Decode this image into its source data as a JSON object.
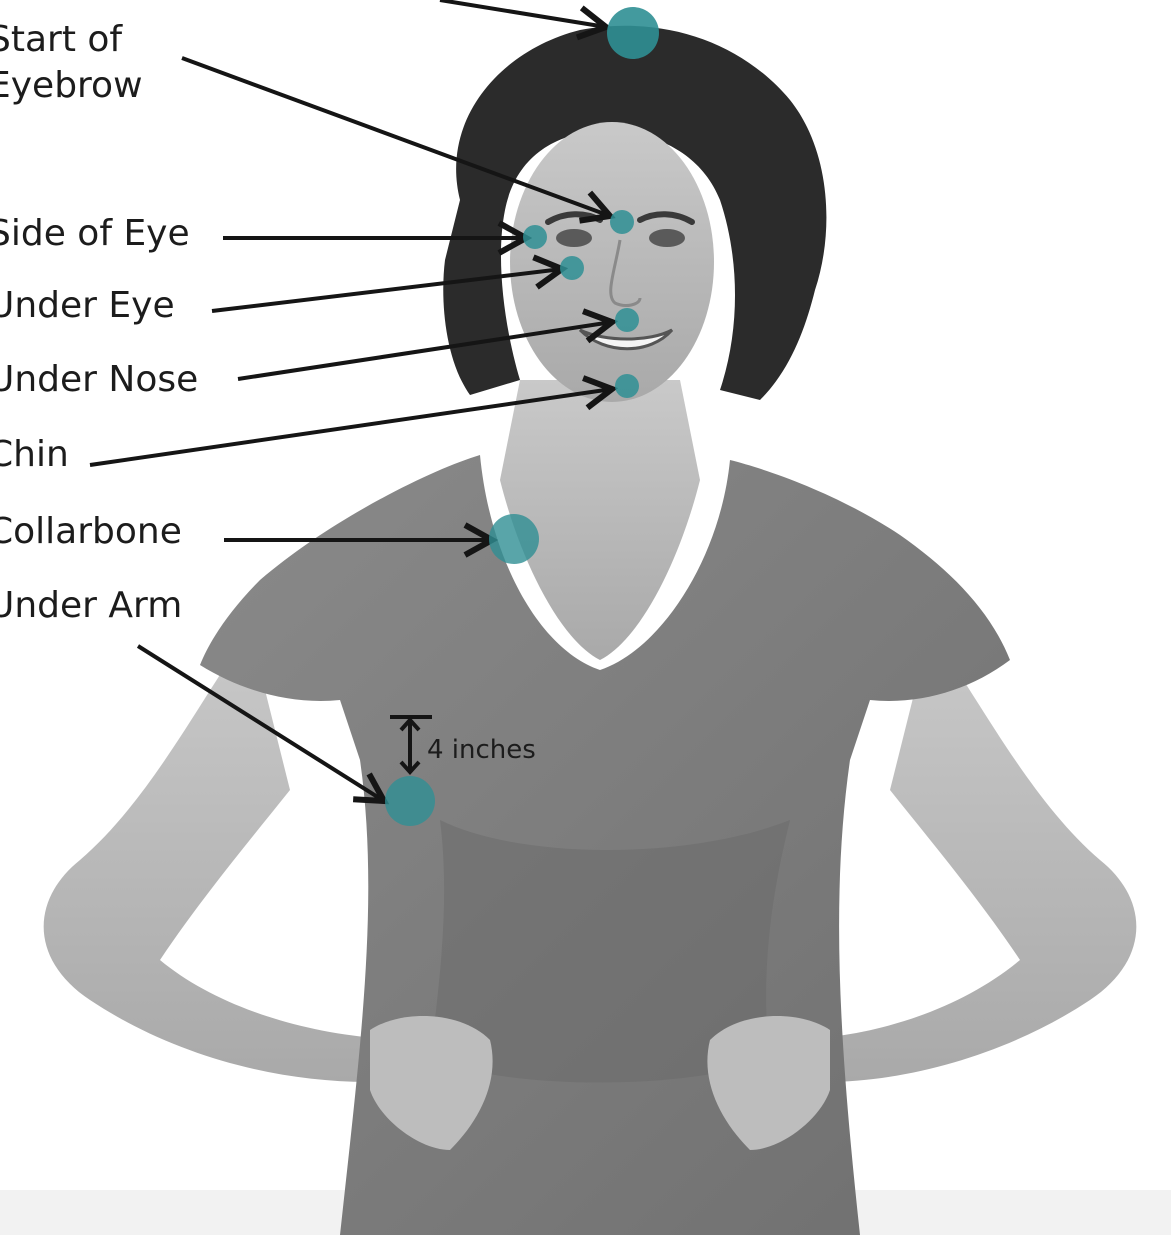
{
  "labels": {
    "start_of_eyebrow": "Start of\nEyebrow",
    "side_of_eye": "Side of Eye",
    "under_eye": "Under Eye",
    "under_nose": "Under Nose",
    "chin": "Chin",
    "collarbone": "Collarbone",
    "under_arm": "Under Arm"
  },
  "measurement": {
    "text": "4 inches"
  },
  "colors": {
    "point_teal": "#2f8f94",
    "arrow": "#151515",
    "label_text": "#1c1c1c"
  }
}
